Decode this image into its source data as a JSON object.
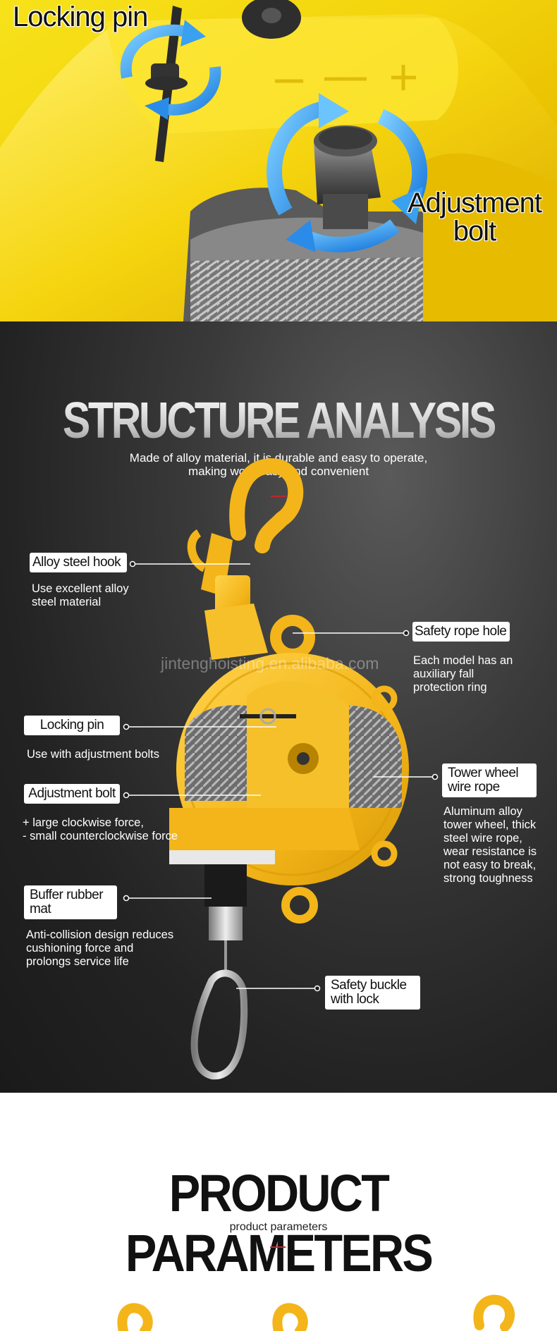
{
  "top_photo": {
    "locking_pin_label": "Locking pin",
    "adjustment_bolt_label_line1": "Adjustment",
    "adjustment_bolt_label_line2": "bolt"
  },
  "structure": {
    "title": "STRUCTURE ANALYSIS",
    "subtitle_line1": "Made of alloy material, it is durable and easy to operate,",
    "subtitle_line2": "making work easy and convenient",
    "watermark": "jintenghoisting.en.alibaba.com",
    "parts": {
      "hook": {
        "name": "Alloy steel hook",
        "desc1": "Use excellent alloy",
        "desc2": "steel material"
      },
      "rope_hole": {
        "name": "Safety rope hole",
        "desc1": "Each model has an",
        "desc2": "auxiliary fall",
        "desc3": "protection ring"
      },
      "locking_pin": {
        "name": "Locking pin",
        "desc1": "Use with adjustment bolts"
      },
      "tower_wheel": {
        "name1": "Tower wheel",
        "name2": "wire rope",
        "desc1": "Aluminum alloy",
        "desc2": "tower wheel, thick",
        "desc3": "steel wire rope,",
        "desc4": "wear resistance is",
        "desc5": "not easy to break,",
        "desc6": "strong toughness"
      },
      "adjustment_bolt": {
        "name": "Adjustment bolt",
        "desc1": "+ large clockwise force,",
        "desc2": "- small counterclockwise force"
      },
      "buffer": {
        "name1": "Buffer rubber",
        "name2": "mat",
        "desc1": "Anti-collision design reduces",
        "desc2": "cushioning force and",
        "desc3": "prolongs service life"
      },
      "buckle": {
        "name1": "Safety buckle",
        "name2": "with lock"
      }
    }
  },
  "params": {
    "title": "PRODUCT PARAMETERS",
    "subtitle": "product parameters"
  },
  "colors": {
    "accent_red": "#c0262c",
    "product_yellow": "#f3c31b",
    "arrow_blue": "#3aa0f0"
  }
}
